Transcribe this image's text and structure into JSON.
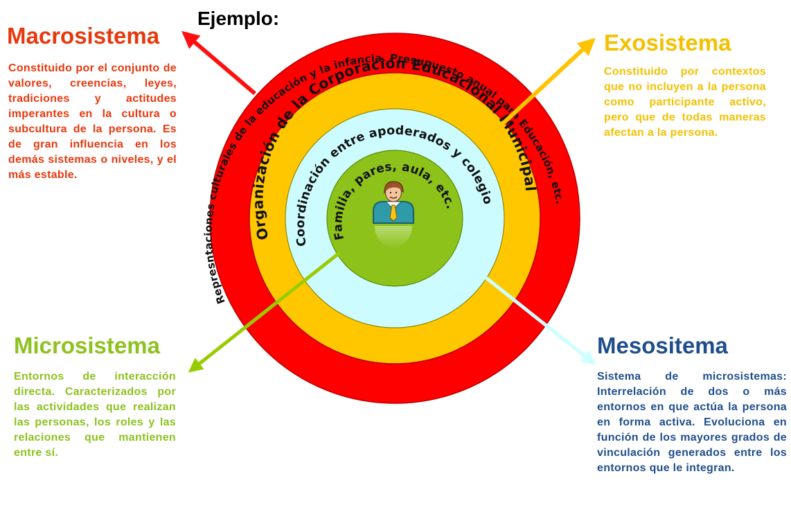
{
  "title": "Ejemplo:",
  "systems": {
    "macro": {
      "heading": "Macrosistema",
      "color": "#e8380d",
      "description": "Constituido por el conjunto de valores, creencias, leyes, tradiciones y actitudes imperantes en la cultura o subcultura de la persona. Es de gran influencia en los demás sistemas o niveles, y el más estable."
    },
    "exo": {
      "heading": "Exosistema",
      "color": "#f5c000",
      "description": "Constituido por contextos que no incluyen a la persona como participante activo, pero que de todas maneras afectan a la persona."
    },
    "micro": {
      "heading": "Microsistema",
      "color": "#8dc21f",
      "description": "Entornos de interacción directa. Caracterizados por las actividades que realizan las personas, los roles y las relaciones que mantienen entre sí."
    },
    "meso": {
      "heading": "Mesositema",
      "color": "#1f4e8c",
      "description": "Sistema de microsistemas: Interrelación de dos o más entornos en que actúa la persona en forma activa. Evoluciona en función de los mayores grados de vinculación generados entre los entornos que le integran."
    }
  },
  "rings": {
    "outer": {
      "label": "Represntaciones culturales de la educación y la infancia. Presupuesto anual para Educación, etc.",
      "color": "#ff0000"
    },
    "second": {
      "label": "Organización de la Corporación Educacional Municipal",
      "color": "#ffc700"
    },
    "third": {
      "label": "Coordinación entre apoderados y colegio",
      "color": "#ccfcff"
    },
    "inner": {
      "label": "Familia, pares, aula, etc.",
      "color": "#8cc21a"
    }
  },
  "arrow_colors": {
    "macro": "#ff1010",
    "exo": "#ffc300",
    "micro": "#99cc00",
    "meso": "#ccffff"
  },
  "center_icon": "person-icon"
}
